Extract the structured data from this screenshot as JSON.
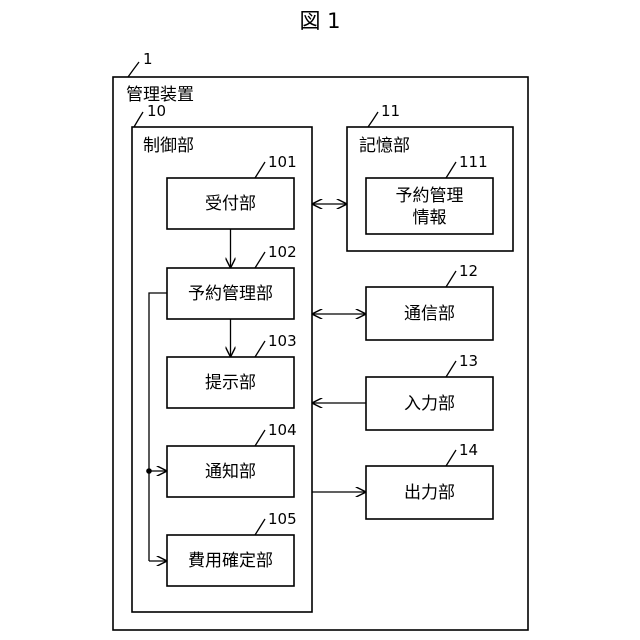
{
  "figure_title": "図 1",
  "apparatus": {
    "ref": "1",
    "label": "管理装置"
  },
  "control": {
    "ref": "10",
    "label": "制御部"
  },
  "units": {
    "reception": {
      "ref": "101",
      "label": "受付部"
    },
    "reservation_mgmt": {
      "ref": "102",
      "label": "予約管理部"
    },
    "presentation": {
      "ref": "103",
      "label": "提示部"
    },
    "notification": {
      "ref": "104",
      "label": "通知部"
    },
    "fee_determination": {
      "ref": "105",
      "label": "費用確定部"
    }
  },
  "storage": {
    "ref": "11",
    "label": "記憶部",
    "info": {
      "ref": "111",
      "line1": "予約管理",
      "line2": "情報"
    }
  },
  "communication": {
    "ref": "12",
    "label": "通信部"
  },
  "input": {
    "ref": "13",
    "label": "入力部"
  },
  "output": {
    "ref": "14",
    "label": "出力部"
  }
}
